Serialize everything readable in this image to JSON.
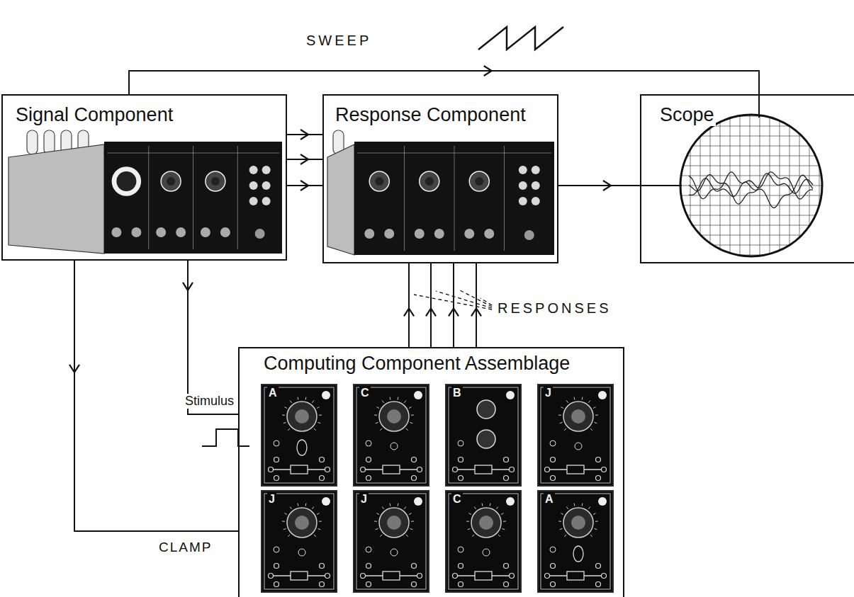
{
  "diagram": {
    "nodes": [
      {
        "text": [
          "Signal Component"
        ]
      },
      {
        "text": [
          "Response Component"
        ]
      },
      {
        "text": [
          "Scope"
        ]
      },
      {
        "text": [
          "Computing Component Assemblage"
        ]
      },
      {
        "text": [
          "A"
        ],
        "in": 3
      },
      {
        "text": [
          "C"
        ],
        "in": 3
      },
      {
        "text": [
          "B"
        ],
        "in": 3
      },
      {
        "text": [
          "J"
        ],
        "in": 3
      },
      {
        "text": [
          "J"
        ],
        "in": 3
      },
      {
        "text": [
          "J"
        ],
        "in": 3
      },
      {
        "text": [
          "C"
        ],
        "in": 3
      },
      {
        "text": [
          "A"
        ],
        "in": 3
      }
    ],
    "edges": [
      {
        "from": 0,
        "to": 1,
        "arrow": "to"
      },
      {
        "from": 0,
        "to": 1,
        "arrow": "to"
      },
      {
        "from": 0,
        "to": 1,
        "arrow": "to"
      },
      {
        "from": 1,
        "to": 2,
        "arrow": "to"
      },
      {
        "from": 0,
        "to": 2,
        "label": "SWEEP",
        "arrow": "to"
      },
      {
        "from": 0,
        "to": 3,
        "label": "Stimulus",
        "arrow": "to"
      },
      {
        "from": 0,
        "to": 3,
        "label": "CLAMP",
        "arrow": "to"
      },
      {
        "from": 3,
        "to": 1,
        "arrow": "to"
      },
      {
        "from": 3,
        "to": 1,
        "arrow": "to"
      },
      {
        "from": 3,
        "to": 1,
        "arrow": "to"
      },
      {
        "from": 3,
        "to": 1,
        "arrow": "to"
      }
    ],
    "labels": [
      "RESPONSES"
    ]
  }
}
